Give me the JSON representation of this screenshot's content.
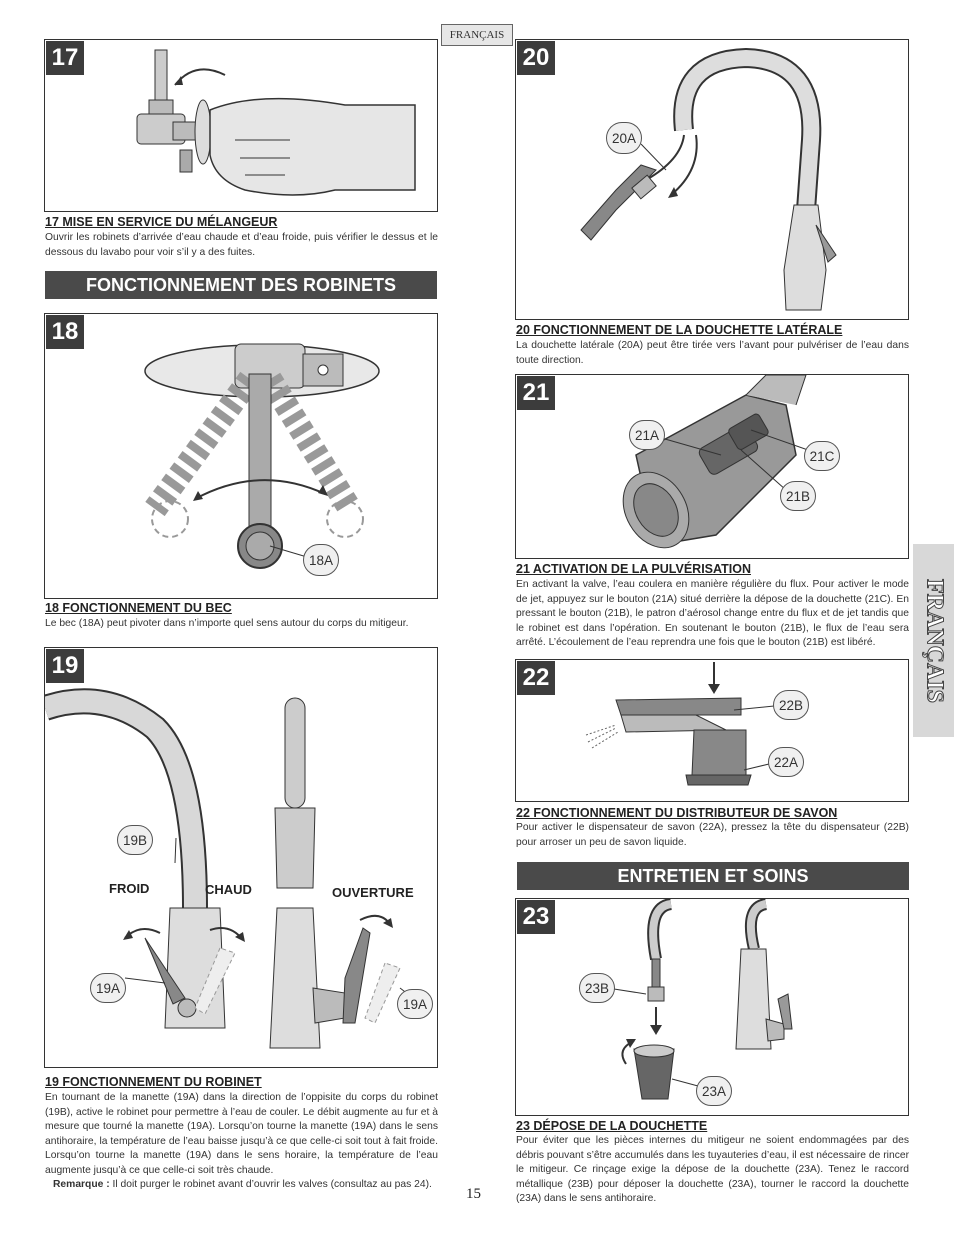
{
  "header": {
    "lang_tag": "FRANÇAIS"
  },
  "side_tab": {
    "label": "FRANÇAIS"
  },
  "page_number": "15",
  "banners": {
    "robinets": "FONCTIONNEMENT DES ROBINETS",
    "entretien": "ENTRETIEN ET SOINS"
  },
  "steps": {
    "s17": {
      "num": "17",
      "heading": "17  MISE EN SERVICE DU MÉLANGEUR",
      "text": "Ouvrir les robinets d’arrivée d’eau chaude et d’eau froide, puis vérifier le dessus et le dessous du lavabo pour voir s’il y a des fuites."
    },
    "s18": {
      "num": "18",
      "callout": "18A",
      "heading": "18  FONCTIONNEMENT DU BEC",
      "text": "Le bec (18A) peut pivoter dans n’importe quel sens autour du corps du mitigeur."
    },
    "s19": {
      "num": "19",
      "callouts": {
        "b": "19B",
        "a1": "19A",
        "a2": "19A"
      },
      "labels": {
        "froid": "FROID",
        "chaud": "CHAUD",
        "ouverture": "OUVERTURE"
      },
      "heading": "19  FONCTIONNEMENT DU ROBINET",
      "text": "En tournant de la manette (19A) dans la direction de l’oppisite du corps du robinet (19B), active le robinet pour permettre à l’eau de couler. Le débit augmente au fur et à mesure que tourné la manette (19A). Lorsqu’on tourne la manette (19A) dans le sens antihoraire, la température de l’eau baisse jusqu’à ce que celle-ci soit tout à fait froide. Lorsqu’on tourne la manette (19A) dans le sens horaire, la température de l’eau augmente jusqu’à ce que celle-ci soit très chaude.",
      "note_label": "Remarque :",
      "note_text": " Il doit purger le robinet avant d’ouvrir les valves (consultaz au pas 24)."
    },
    "s20": {
      "num": "20",
      "callout": "20A",
      "heading": "20  FONCTIONNEMENT DE LA DOUCHETTE LATÉRALE",
      "text": "La douchette latérale (20A) peut être tirée vers l’avant pour pulvériser de l’eau dans toute direction."
    },
    "s21": {
      "num": "21",
      "callouts": {
        "a": "21A",
        "b": "21B",
        "c": "21C"
      },
      "heading": "21  ACTIVATION DE LA PULVÉRISATION",
      "text": "En activant la valve, l’eau coulera en manière régulière du flux. Pour activer le mode de jet, appuyez sur le bouton (21A) situé derrière la dépose de la douchette (21C). En pressant le bouton (21B), le patron d’aérosol change entre du flux et de jet tandis que le robinet est dans l’opération. En soutenant le bouton (21B), le flux de l’eau sera arrêté. L’écoulement de l’eau reprendra une fois que le bouton (21B) est libéré."
    },
    "s22": {
      "num": "22",
      "callouts": {
        "a": "22A",
        "b": "22B"
      },
      "heading": "22  FONCTIONNEMENT DU DISTRIBUTEUR DE SAVON",
      "text": "Pour activer le dispensateur de savon (22A), pressez la tête du dispensateur (22B) pour arroser un peu de savon liquide."
    },
    "s23": {
      "num": "23",
      "callouts": {
        "a": "23A",
        "b": "23B"
      },
      "heading": "23  DÉPOSE DE LA DOUCHETTE",
      "text": "Pour éviter que les pièces internes du mitigeur ne soient endommagées par des débris pouvant s’être accumulés dans les tuyauteries d’eau, il est nécessaire de rincer le mitigeur. Ce rinçage exige la dépose de la douchette (23A). Tenez le raccord métallique (23B) pour déposer la douchette (23A), tourner le raccord la douchette (23A) dans le sens antihoraire."
    }
  }
}
